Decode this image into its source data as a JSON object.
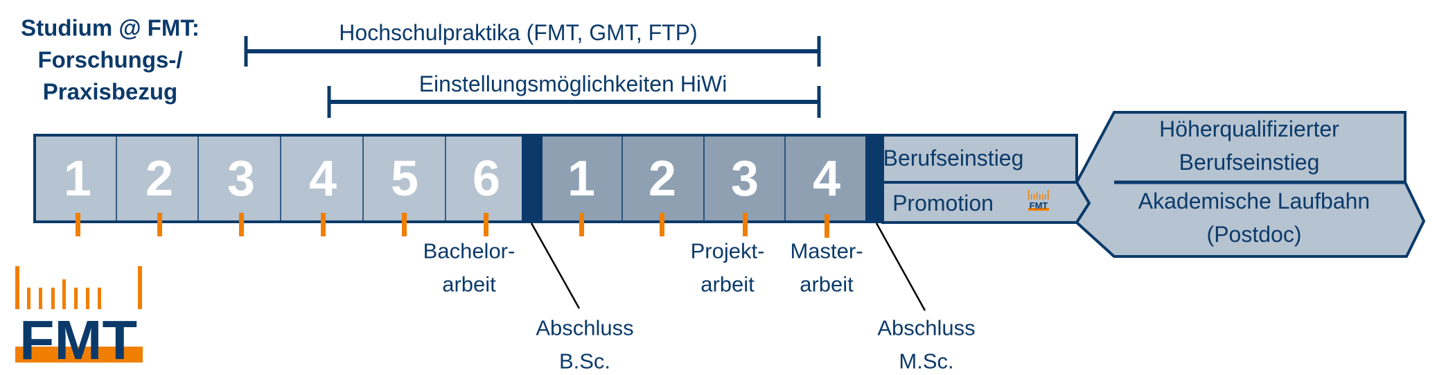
{
  "header": {
    "title_lines": [
      "Studium @ FMT:",
      "Forschungs-/",
      "Praxisbezug"
    ]
  },
  "spans": [
    {
      "label": "Hochschulpraktika (FMT, GMT, FTP)"
    },
    {
      "label": "Einstellungsmöglichkeiten HiWi"
    }
  ],
  "bachelor_semesters": [
    "1",
    "2",
    "3",
    "4",
    "5",
    "6"
  ],
  "master_semesters": [
    "1",
    "2",
    "3",
    "4"
  ],
  "milestones": {
    "bachelorarbeit": [
      "Bachelor-",
      "arbeit"
    ],
    "projektarbeit": [
      "Projekt-",
      "arbeit"
    ],
    "masterarbeit": [
      "Master-",
      "arbeit"
    ],
    "abschluss_bsc": [
      "Abschluss",
      "B.Sc."
    ],
    "abschluss_msc": [
      "Abschluss",
      "M.Sc."
    ]
  },
  "paths": {
    "berufseinstieg": "Berufseinstieg",
    "promotion": "Promotion",
    "hoeher": [
      "Höherqualifizierter",
      "Berufseinstieg"
    ],
    "akademisch": [
      "Akademische Laufbahn",
      "(Postdoc)"
    ]
  },
  "logo": {
    "text": "FMT"
  },
  "colors": {
    "navy": "#0b3a6a",
    "bachelor_cell": "#b6c3d0",
    "master_cell": "#8ea0b2",
    "orange": "#f07f00"
  }
}
